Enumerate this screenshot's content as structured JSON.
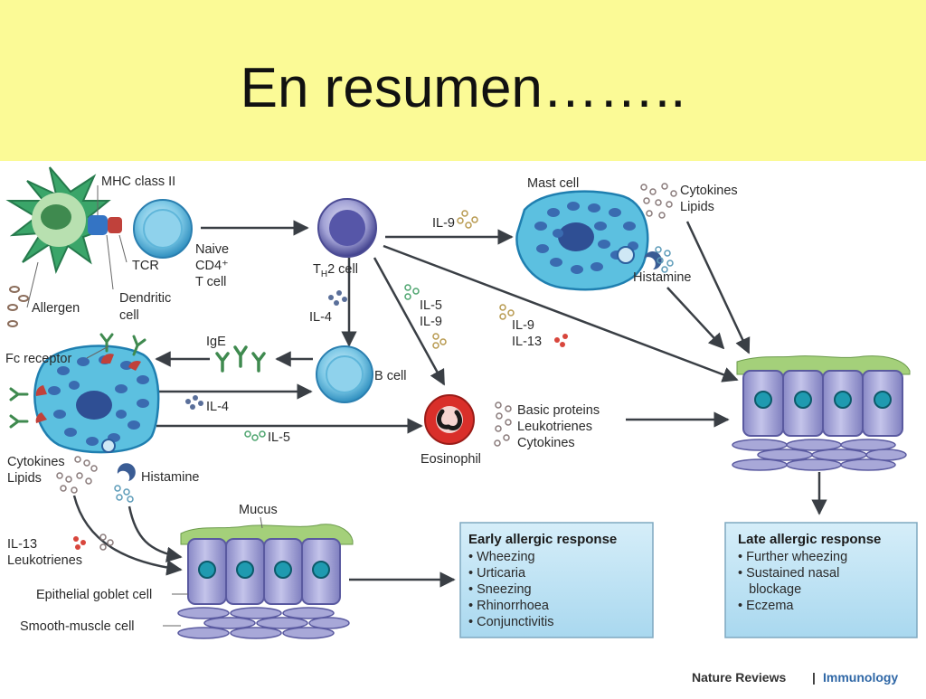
{
  "slide": {
    "title": "En resumen…….."
  },
  "diagram": {
    "dendritic": {
      "mhc": "MHC class II",
      "tcr": "TCR",
      "allergen": "Allergen",
      "name_1": "Dendritic",
      "name_2": "cell"
    },
    "naive": {
      "l1": "Naive",
      "l2": "CD4⁺",
      "l3": "T cell"
    },
    "th2": {
      "main": "T",
      "sub": "H",
      "rest": "2 cell"
    },
    "mast_top": {
      "name": "Mast cell",
      "cytokines": "Cytokines",
      "lipids": "Lipids",
      "histamine": "Histamine"
    },
    "signals": {
      "il9": "IL-9",
      "il4": "IL-4",
      "il5": "IL-5",
      "il9b": "IL-9",
      "il9c": "IL-9",
      "il13": "IL-13",
      "il4b": "IL-4",
      "il5b": "IL-5"
    },
    "ige": "IgE",
    "bcell": "B cell",
    "mast_left": {
      "fc": "Fc receptor",
      "cytokines": "Cytokines",
      "lipids": "Lipids",
      "histamine": "Histamine"
    },
    "eosinophil": {
      "name": "Eosinophil",
      "p1": "Basic proteins",
      "p2": "Leukotrienes",
      "p3": "Cytokines"
    },
    "airway": {
      "mucus": "Mucus",
      "il13": "IL-13",
      "leuko": "Leukotrienes",
      "goblet": "Epithelial goblet cell",
      "smooth": "Smooth-muscle cell"
    },
    "early": {
      "header": "Early allergic response",
      "items": [
        "• Wheezing",
        "• Urticaria",
        "• Sneezing",
        "• Rhinorrhoea",
        "• Conjunctivitis"
      ]
    },
    "late": {
      "header": "Late allergic response",
      "items": [
        "• Further wheezing",
        "• Sustained nasal",
        "   blockage",
        "• Eczema"
      ]
    },
    "credit": {
      "journal": "Nature Reviews",
      "sep": "|",
      "field": "Immunology"
    },
    "colors": {
      "title_bg": "#fbfa96",
      "cell_blue": "#7ec9e6",
      "nucleus": "#3d6aa8",
      "epithelium": "#a8a8d8",
      "tissue_green": "#a4d07a",
      "box_bg": "#bfe2f2",
      "arrow": "#3a3f45"
    }
  }
}
